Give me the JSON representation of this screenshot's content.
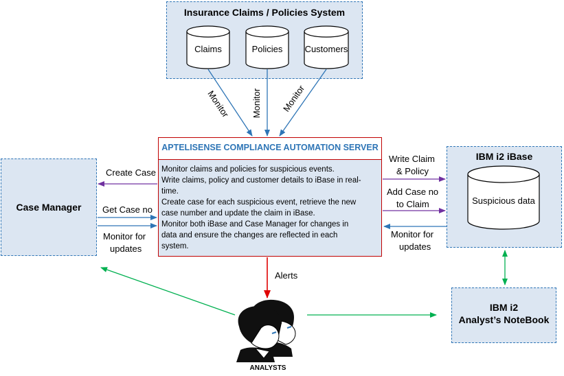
{
  "insurance_system": {
    "title": "Insurance Claims / Policies System",
    "databases": [
      "Claims",
      "Policies",
      "Customers"
    ]
  },
  "monitor_labels": [
    "Monitor",
    "Monitor",
    "Monitor"
  ],
  "server": {
    "title": "APTELISENSE COMPLIANCE AUTOMATION SERVER",
    "lines": [
      "Monitor claims and policies for suspicious events.",
      "Write claims, policy and customer details to iBase in real-",
      "time.",
      "Create case for each suspicious event, retrieve the new",
      "case number and update the claim in iBase.",
      "Monitor both iBase and Case Manager for changes in",
      "data and ensure the changes are reflected in each",
      "system."
    ]
  },
  "case_manager": {
    "title": "Case Manager"
  },
  "left_flows": {
    "create_case": "Create Case",
    "get_case_no": "Get Case no",
    "monitor_updates_1": "Monitor for",
    "monitor_updates_2": "updates"
  },
  "ibase": {
    "title": "IBM i2 iBase",
    "db": "Suspicious data"
  },
  "right_flows": {
    "write_claim_1": "Write Claim",
    "write_claim_2": "& Policy",
    "add_case_1": "Add Case no",
    "add_case_2": "to Claim",
    "monitor_updates_1": "Monitor for",
    "monitor_updates_2": "updates"
  },
  "alerts": "Alerts",
  "notebook": {
    "line1": "IBM i2",
    "line2": "Analyst’s NoteBook"
  },
  "analysts": "ANALYSTS",
  "colors": {
    "blue_arrow": "#2e75b6",
    "purple_arrow": "#7030a0",
    "red_arrow": "#e00000",
    "green_arrow": "#00b050",
    "server_border": "#c00000",
    "server_title": "#2e75b6",
    "box_fill": "#dce6f2"
  }
}
